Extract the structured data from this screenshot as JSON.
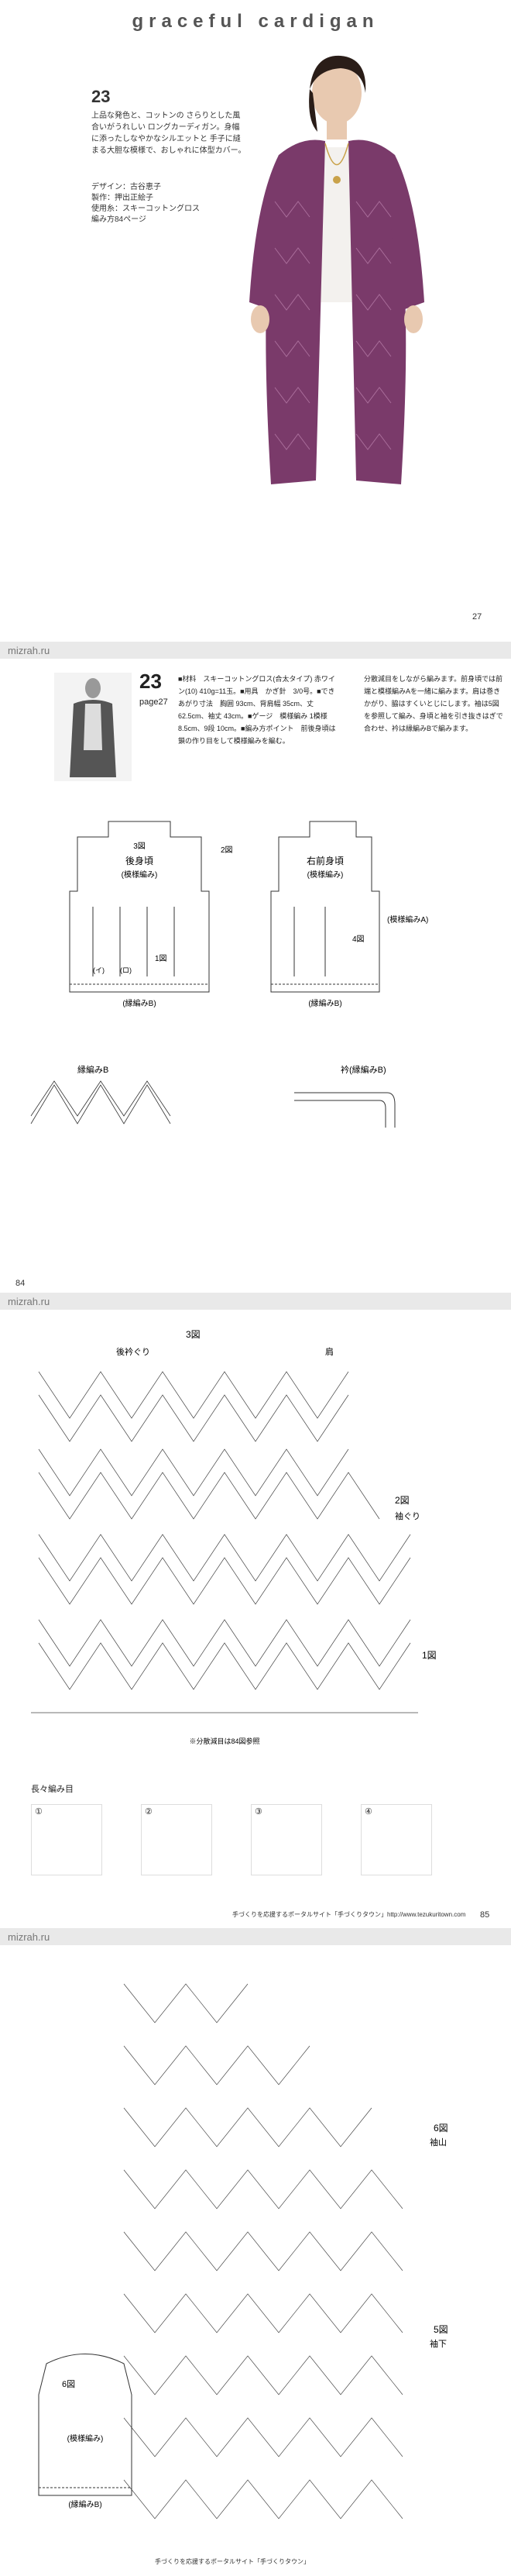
{
  "watermark": "mizrah.ru",
  "page1": {
    "title": "graceful cardigan",
    "model_number": "23",
    "description": "上品な発色と、コットンの さらりとした風合いがうれしい ロングカーディガン。身幅に添ったしなやかなシルエットと 手子に縫まる大胆な模様で、おしゃれに体型カバー。",
    "credits": "デザイン：古谷恵子\n製作：押出正絵子\n使用糸：スキーコットングロス\n編み方84ページ",
    "page_number": "27"
  },
  "page2": {
    "model_number": "23",
    "page_ref": "page27",
    "materials": "■材料　スキーコットングロス(合太タイプ) 赤ワイン(10) 410g=11玉。■用具　かぎ針　3/0号。■できあがり寸法　胸囲 93cm、背肩幅 35cm、丈 62.5cm、袖丈 43cm。■ゲージ　模様編み 1模様 8.5cm、9段 10cm。■編み方ポイント　前後身頃は鎖の作り目をして模様編みを編む。",
    "notes": "分散減目をしながら編みます。前身頃では前端と模様編みAを一緒に編みます。肩は巻きかがり、脇はすくいとじにします。袖は5図を参照して編み、身頃と袖を引き抜きはぎで合わせ、衿は縁編みBで編みます。",
    "diagram_labels": {
      "back": "後身頃",
      "right_front": "右前身頃",
      "pattern": "(模様編み)",
      "edge_b": "(縁編みB)",
      "pattern_a": "(模様編みA)",
      "fig1": "1図",
      "fig2": "2図",
      "fig3": "3図",
      "fig4": "4図",
      "collar": "衿(縁編みB)",
      "edge_b_title": "縁編みB",
      "a": "(イ)",
      "b": "(ロ)"
    },
    "page_number": "84"
  },
  "page3": {
    "labels": {
      "fig3": "3図",
      "back_neck": "後衿ぐり",
      "shoulder": "肩",
      "fig2": "2図",
      "armhole": "袖ぐり",
      "fig1": "1図",
      "note": "※分散減目は84図参照",
      "long_stitch": "長々編み目"
    },
    "steps": [
      "①",
      "②",
      "③",
      "④"
    ],
    "footer": "手づくりを応援するポータルサイト「手づくりタウン」http://www.tezukuritown.com",
    "page_number": "85"
  },
  "page4": {
    "labels": {
      "fig6": "6図",
      "sleeve_cap": "袖山",
      "fig5": "5図",
      "sleeve_under": "袖下",
      "pattern": "(模様編み)",
      "edge_b": "(縁編みB)"
    },
    "footer": "手づくりを応援するポータルサイト「手づくりタウン」"
  }
}
